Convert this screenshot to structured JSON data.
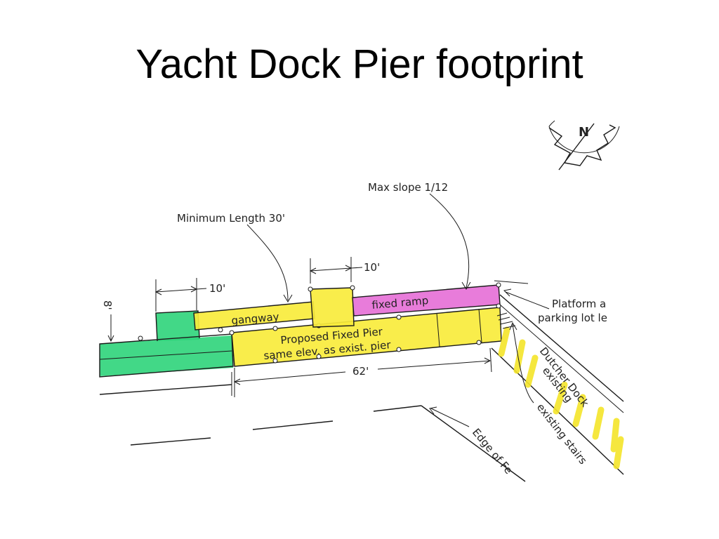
{
  "title": "Yacht Dock Pier footprint",
  "labels": {
    "max_slope": "Max slope 1/12",
    "min_length": "Minimum Length 30'",
    "dim_10_upper": "10'",
    "dim_10_lower": "10'",
    "dim_8": "8'",
    "gangway": "gangway",
    "fixed_ramp": "fixed ramp",
    "proposed_line1": "Proposed Fixed Pier",
    "proposed_line2": "same elev. as exist. pier",
    "dim_62": "62'",
    "platform_line1": "Platform a",
    "platform_line2": "parking lot le",
    "dutcher_line1": "Dutcher Dock",
    "dutcher_line2": "existing",
    "existing_stairs": "existing stairs",
    "edge_of": "Edge of Fe"
  },
  "compass": {
    "north_label": "N"
  },
  "colors": {
    "green": "#2ed47a",
    "yellow": "#f8ec3c",
    "magenta": "#e56ed6",
    "ink": "#1a1a1a"
  }
}
